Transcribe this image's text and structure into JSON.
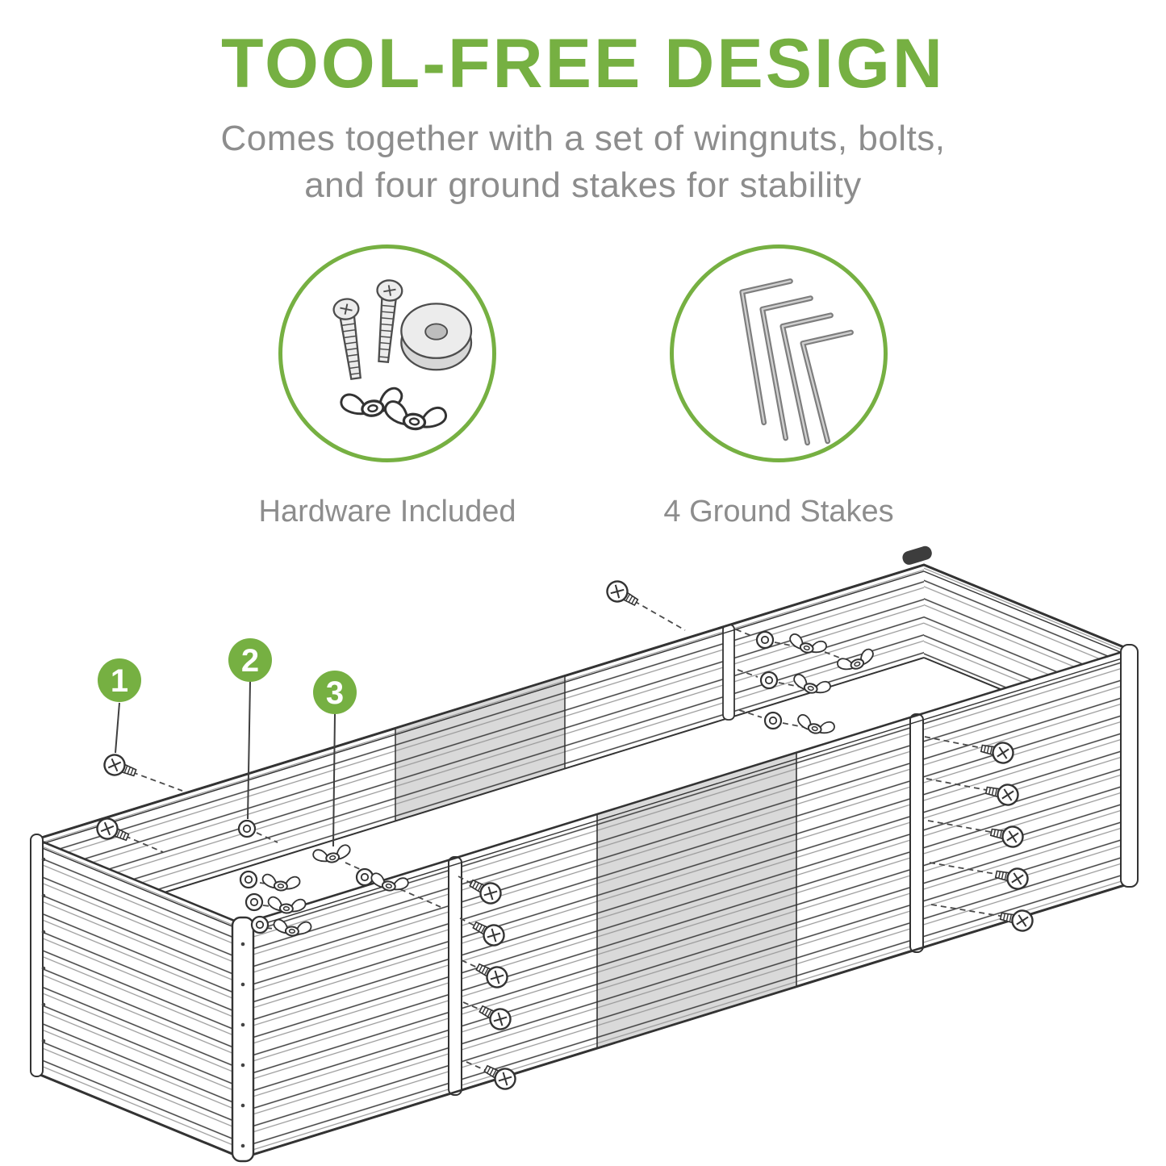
{
  "header": {
    "title": "TOOL-FREE DESIGN",
    "subtitle_line1": "Comes together with a set of wingnuts, bolts,",
    "subtitle_line2": "and four ground stakes for stability"
  },
  "features": [
    {
      "icon": "hardware-icon",
      "label": "Hardware Included"
    },
    {
      "icon": "ground-stakes-icon",
      "label": "4 Ground Stakes"
    }
  ],
  "callouts": [
    {
      "number": "1"
    },
    {
      "number": "2"
    },
    {
      "number": "3"
    }
  ],
  "colors": {
    "accent_green": "#76b042",
    "text_gray": "#8d8d8d",
    "line_dark": "#333333",
    "panel_gray": "#d9d9d9"
  },
  "illustration": {
    "subject": "exploded corrugated metal raised garden bed with bolts, washers and wingnuts"
  }
}
